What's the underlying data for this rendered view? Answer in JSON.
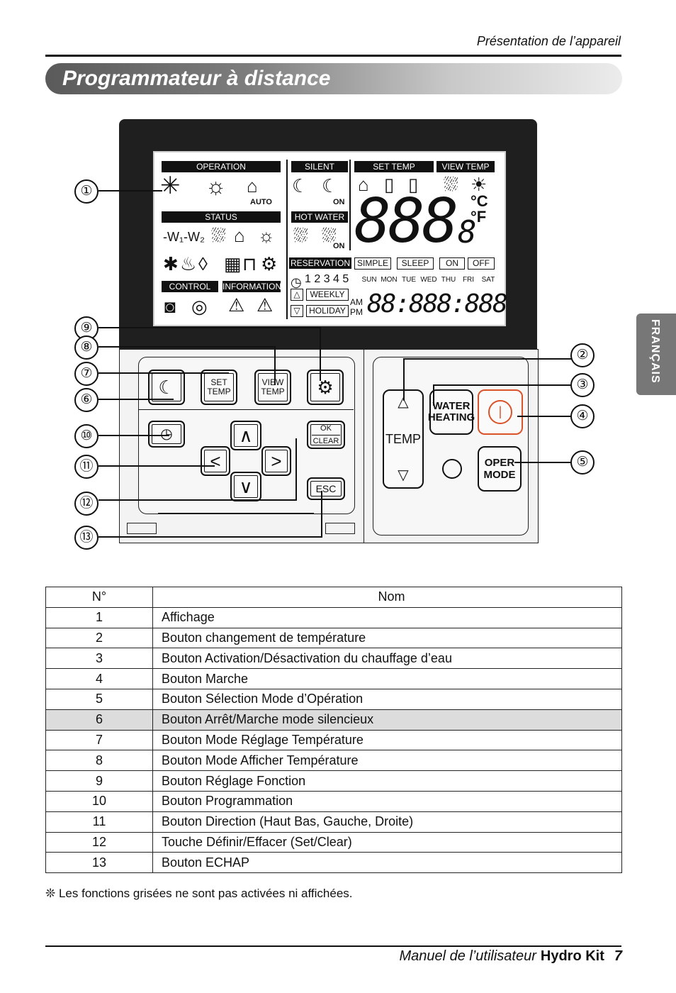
{
  "header": {
    "section": "Présentation de l’appareil"
  },
  "title": "Programmateur à distance",
  "side_tab": "FRANÇAIS",
  "lcd": {
    "operation": "OPERATION",
    "silent": "SILENT",
    "set_temp": "SET TEMP",
    "view_temp": "VIEW TEMP",
    "auto": "AUTO",
    "on1": "ON",
    "on2": "ON",
    "status": "STATUS",
    "hot_water": "HOT WATER",
    "control": "CONTROL",
    "information": "INFORMATION",
    "reservation": "RESERVATION",
    "simple": "SIMPLE",
    "sleep": "SLEEP",
    "on": "ON",
    "off": "OFF",
    "digits_big": "888",
    "digit_small": "8",
    "unit_c": "°C",
    "unit_f": "°F",
    "numbers": "1 2 3 4 5",
    "weekly": "WEEKLY",
    "holiday": "HOLIDAY",
    "am": "AM",
    "pm": "PM",
    "clock_digits": "88:888:888",
    "days": [
      "SUN",
      "MON",
      "TUE",
      "WED",
      "THU",
      "FRI",
      "SAT"
    ]
  },
  "buttons": {
    "set_temp": "SET\nTEMP",
    "view_temp": "VIEW\nTEMP",
    "ok": "OK",
    "clear": "CLEAR",
    "esc": "ESC",
    "temp": "TEMP",
    "water_heating": "WATER\nHEATING",
    "oper_mode": "OPER\nMODE"
  },
  "callouts": [
    "①",
    "②",
    "③",
    "④",
    "⑤",
    "⑥",
    "⑦",
    "⑧",
    "⑨",
    "⑩",
    "⑪",
    "⑫",
    "⑬"
  ],
  "table": {
    "headers": [
      "N°",
      "Nom"
    ],
    "rows": [
      [
        "1",
        "Affichage"
      ],
      [
        "2",
        "Bouton changement de température"
      ],
      [
        "3",
        "Bouton Activation/Désactivation du chauffage d’eau"
      ],
      [
        "4",
        "Bouton Marche"
      ],
      [
        "5",
        "Bouton Sélection Mode d’Opération"
      ],
      [
        "6",
        "Bouton Arrêt/Marche mode silencieux"
      ],
      [
        "7",
        "Bouton Mode Réglage Température"
      ],
      [
        "8",
        "Bouton Mode Afficher Température"
      ],
      [
        "9",
        "Bouton Réglage Fonction"
      ],
      [
        "10",
        "Bouton Programmation"
      ],
      [
        "11",
        "Bouton Direction (Haut Bas, Gauche, Droite)"
      ],
      [
        "12",
        "Touche Définir/Effacer (Set/Clear)"
      ],
      [
        "13",
        "Bouton ECHAP"
      ]
    ],
    "highlight_row": 6,
    "highlight_color": "#dcdcdc"
  },
  "note": "❊ Les fonctions grisées ne sont pas activées ni affichées.",
  "footer": {
    "manual": "Manuel de l’utilisateur",
    "product": "Hydro Kit",
    "page": "7"
  },
  "colors": {
    "power_ring": "#d9532b",
    "title_dark": "#5a5a5a",
    "tab": "#777777"
  }
}
